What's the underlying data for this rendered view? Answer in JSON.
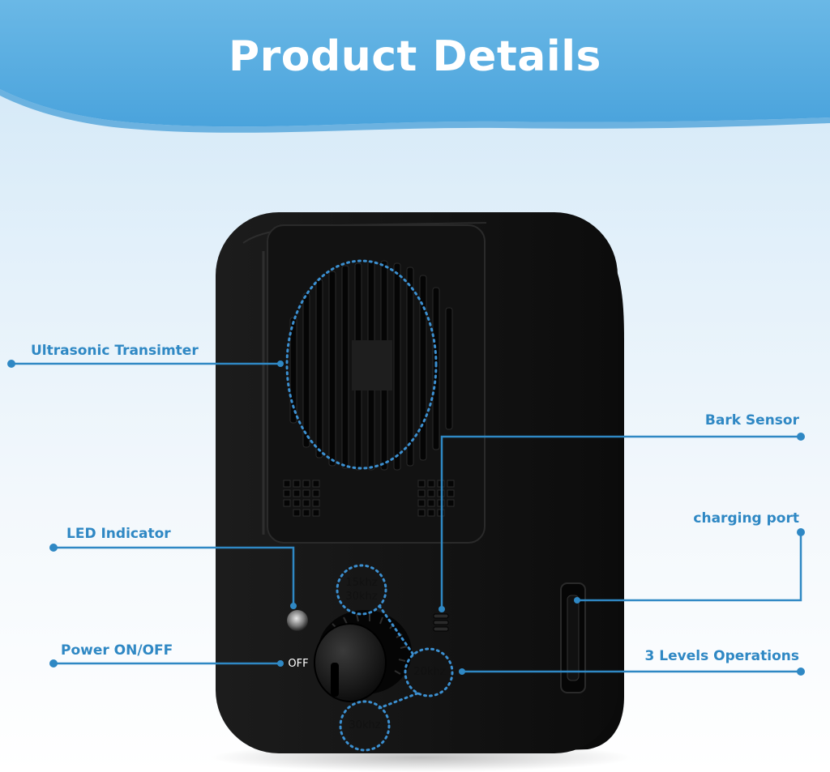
{
  "header": {
    "title": "Product Details"
  },
  "callouts": {
    "ultrasonic": "Ultrasonic Transimter",
    "bark_sensor": "Bark Sensor",
    "charging_port": "charging port",
    "led": "LED Indicator",
    "power": "Power ON/OFF",
    "levels": "3 Levels Operations"
  },
  "dial": {
    "off": "OFF",
    "freq_15_30_line1": "15khz",
    "freq_15_30_line2": "30khz",
    "freq_20": "20khz",
    "freq_30": "30khz"
  },
  "colors": {
    "accent": "#2f88c4",
    "banner": "#5aaee0",
    "device": "#161616"
  }
}
